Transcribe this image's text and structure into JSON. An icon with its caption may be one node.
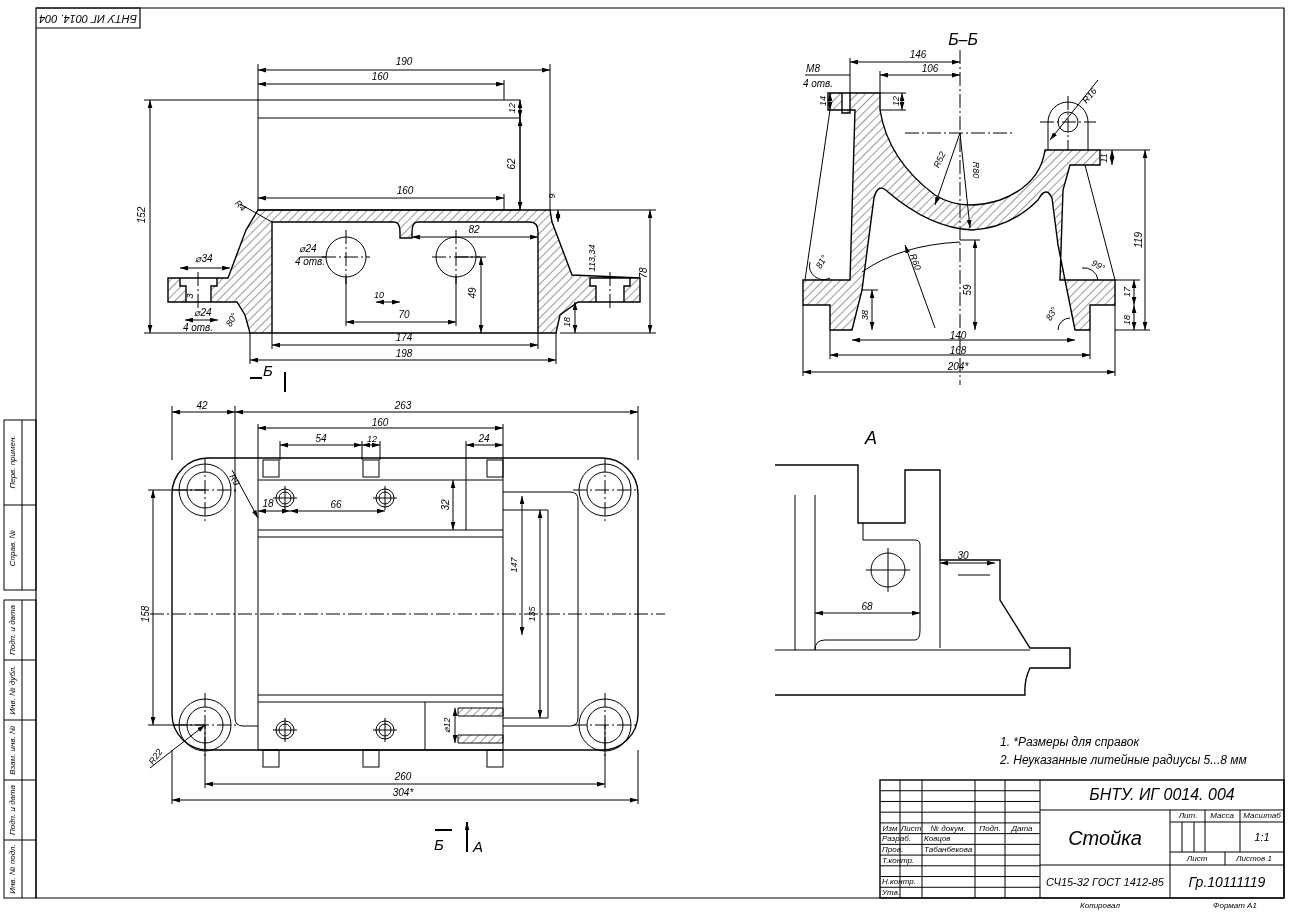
{
  "diagram": {
    "labels": [
      "БНТУ ИГ 0014. 004",
      "190",
      "160",
      "12",
      "62",
      "152",
      "160",
      "9",
      "R4",
      "⌀24",
      "4 отв.",
      "82",
      "113,34",
      "⌀34",
      "3",
      "⌀24",
      "4 отв.",
      "80°",
      "10",
      "70",
      "49",
      "78",
      "18",
      "174",
      "198",
      "Б",
      "Б–Б",
      "146",
      "M8",
      "4 отв.",
      "106",
      "14",
      "12",
      "R16",
      "R52",
      "R80",
      "11",
      "119",
      "81°",
      "99°",
      "R60",
      "38",
      "59",
      "17",
      "18",
      "83°",
      "140",
      "168",
      "204*",
      "42",
      "263",
      "160",
      "54",
      "12",
      "24",
      "R9",
      "18",
      "66",
      "32",
      "147",
      "158",
      "135",
      "⌀12",
      "R22",
      "260",
      "304*",
      "Б",
      "А",
      "А",
      "30",
      "68",
      "1. *Размеры для справок",
      "2. Неуказанные литейные радиусы 5...8 мм",
      "БНТУ. ИГ 0014. 004",
      "Изм",
      "Лист",
      "№ докум.",
      "Подп.",
      "Дата",
      "Разраб.",
      "Ковцов",
      "Пров.",
      "Табанбекова",
      "Т.контр.",
      "Н.контр.",
      "Утв.",
      "Стойка",
      "Лит.",
      "Масса",
      "Масштаб",
      "1:1",
      "Лист",
      "Листов 1",
      "СЧ15-32 ГОСТ 1412-85",
      "Гр.10111119",
      "Копировал",
      "Формат А1",
      "Перв. примен.",
      "Справ. №",
      "Подп. и дата",
      "Инв. № дубл.",
      "Взам. инв. №",
      "Подп. и дата",
      "Инв. № подл."
    ]
  }
}
